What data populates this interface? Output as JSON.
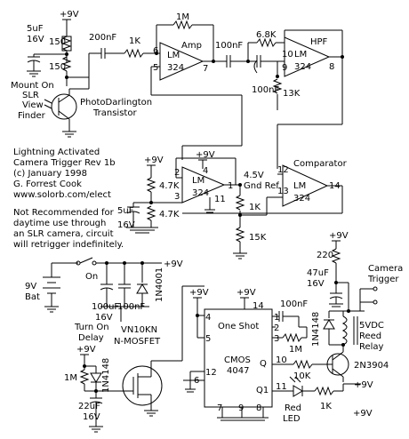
{
  "supply": {
    "v1": "+9V",
    "v2": "+9V",
    "v3": "+9V",
    "v4": "+9V",
    "v5": "+9V",
    "v6": "+9V",
    "v7": "+9V",
    "v8": "+9V",
    "v9": "+9V",
    "v10": "+9V"
  },
  "components": {
    "r_feedback": "1M",
    "r_input": "1K",
    "c_input": "200nF",
    "c_top": "5uF",
    "c_top_v": "16V",
    "r150a": "150",
    "r150b": "150",
    "amp_label": "Amp",
    "lm": "LM",
    "lm_num": "324",
    "c_hpf1": "100nF",
    "r_hpf": "6.8K",
    "hpf_label": "HPF",
    "c_hpf2": "100nF",
    "r_13k": "13K",
    "mount": "Mount On",
    "slr": "SLR",
    "view": "View",
    "finder": "Finder",
    "photo": "PhotoDarlington",
    "transistor": "Transistor",
    "r47a": "4.7K",
    "r47b": "4.7K",
    "c_ref": "5uF",
    "c_ref_v": "16V",
    "gnd_ref_v": "4.5V",
    "gnd_ref": "Gnd Ref",
    "r_1k_ref": "1K",
    "r_15k": "15K",
    "comparator": "Comparator",
    "r220": "220",
    "c47": "47uF",
    "c47v": "16V",
    "camera": "Camera",
    "trigger": "Trigger",
    "d_4148a": "1N4148",
    "reed_v": "5VDC",
    "reed": "Reed",
    "relay": "Relay",
    "bat": "9V",
    "bat2": "Bat",
    "on": "On",
    "c100u": "100uF",
    "c100u_v": "16V",
    "c100n": "100nF",
    "d4001": "1N4001",
    "turn_on": "Turn On",
    "delay": "Delay",
    "vn10": "VN10KN",
    "mosfet": "N-MOSFET",
    "r1m_b": "1M",
    "d_4148b": "1N4148",
    "c22": "22uF",
    "c22v": "16V",
    "oneshot": "One Shot",
    "cmos": "CMOS",
    "ic4047": "4047",
    "c_os": "100nF",
    "r_os": "1M",
    "r10k": "10K",
    "npn": "2N3904",
    "q": "Q",
    "q1": "Q1",
    "r1k_led": "1K",
    "red": "Red",
    "led": "LED"
  },
  "pins": {
    "p6": "6",
    "p5": "5",
    "p7": "7",
    "p10": "10",
    "p9": "9",
    "p8": "8",
    "p4a": "4",
    "p11a": "11",
    "p2": "2",
    "p3": "3",
    "p1": "1",
    "p11b": "11",
    "p12": "12",
    "p13": "13",
    "p14": "14",
    "c4": "4",
    "c14": "14",
    "c5": "5",
    "c6": "6",
    "c12": "12",
    "c7": "7",
    "c9": "9",
    "c8": "8",
    "c10": "10",
    "c11": "11",
    "c1": "1",
    "c2": "2",
    "c3": "3"
  },
  "notes": {
    "title1": "Lightning Activated",
    "title2": "Camera Trigger Rev 1b",
    "title3": "(c) January 1998",
    "title4": "G. Forrest Cook",
    "title5": "www.solorb.com/elect",
    "warn1": "Not Recommended for",
    "warn2": "daytime use through",
    "warn3": "an SLR camera, circuit",
    "warn4": "will retrigger indefinitely."
  }
}
